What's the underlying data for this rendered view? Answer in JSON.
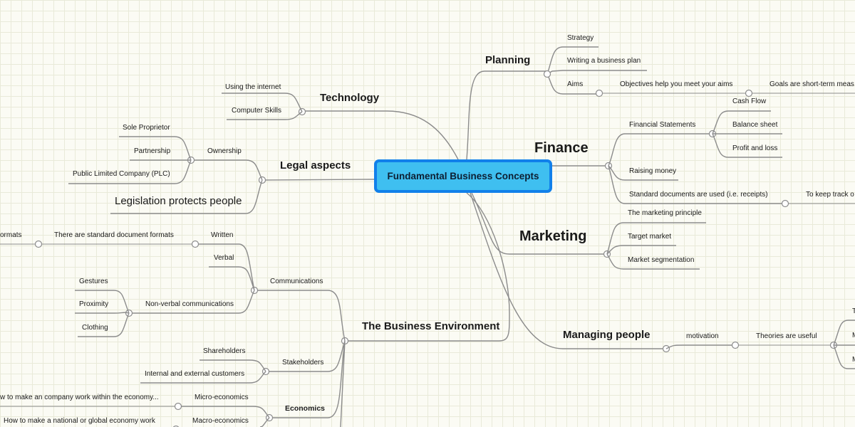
{
  "map": {
    "central_topic": "Fundamental Business Concepts",
    "nodes": {
      "planning": {
        "label": "Planning",
        "children": {
          "strategy": "Strategy",
          "business_plan": "Writing a business plan",
          "aims": "Aims",
          "objectives": "Objectives help you meet your aims",
          "goals": "Goals are short-term meas"
        }
      },
      "finance": {
        "label": "Finance",
        "children": {
          "financial_statements": "Financial Statements",
          "cash_flow": "Cash Flow",
          "balance_sheet": "Balance sheet",
          "profit_loss": "Profit and loss",
          "raising_money": "Raising money",
          "standard_documents": "Standard documents are used (i.e. receipts)",
          "keep_track": "To keep track o"
        }
      },
      "marketing": {
        "label": "Marketing",
        "children": {
          "principle": "The marketing principle",
          "target_market": "Target market",
          "segmentation": "Market segmentation"
        }
      },
      "managing_people": {
        "label": "Managing people",
        "children": {
          "motivation": "motivation",
          "theories": "Theories are useful"
        },
        "cut_labels": [
          "T",
          "M",
          "M"
        ]
      },
      "technology": {
        "label": "Technology",
        "children": {
          "internet": "Using the internet",
          "computer_skills": "Computer Skills"
        }
      },
      "legal": {
        "label": "Legal aspects",
        "children": {
          "ownership": "Ownership",
          "sole_proprietor": "Sole Proprietor",
          "partnership": "Partnership",
          "plc": "Public Limited Company (PLC)",
          "legislation": "Legislation protects people"
        }
      },
      "business_environment": {
        "label": "The Business Environment",
        "children": {
          "communications": "Communications",
          "written": "Written",
          "standard_formats": "There are standard document formats",
          "formats_cut": "ormats",
          "verbal": "Verbal",
          "nonverbal": "Non-verbal communications",
          "gestures": "Gestures",
          "proximity": "Proximity",
          "clothing": "Clothing",
          "stakeholders": "Stakeholders",
          "shareholders": "Shareholders",
          "customers": "Internal and external customers",
          "economics": "Economics",
          "micro": "Micro-economics",
          "micro_detail": "w to make an company work within the economy...",
          "macro": "Macro-economics",
          "macro_detail": "How to make a national or global economy work"
        }
      }
    }
  }
}
